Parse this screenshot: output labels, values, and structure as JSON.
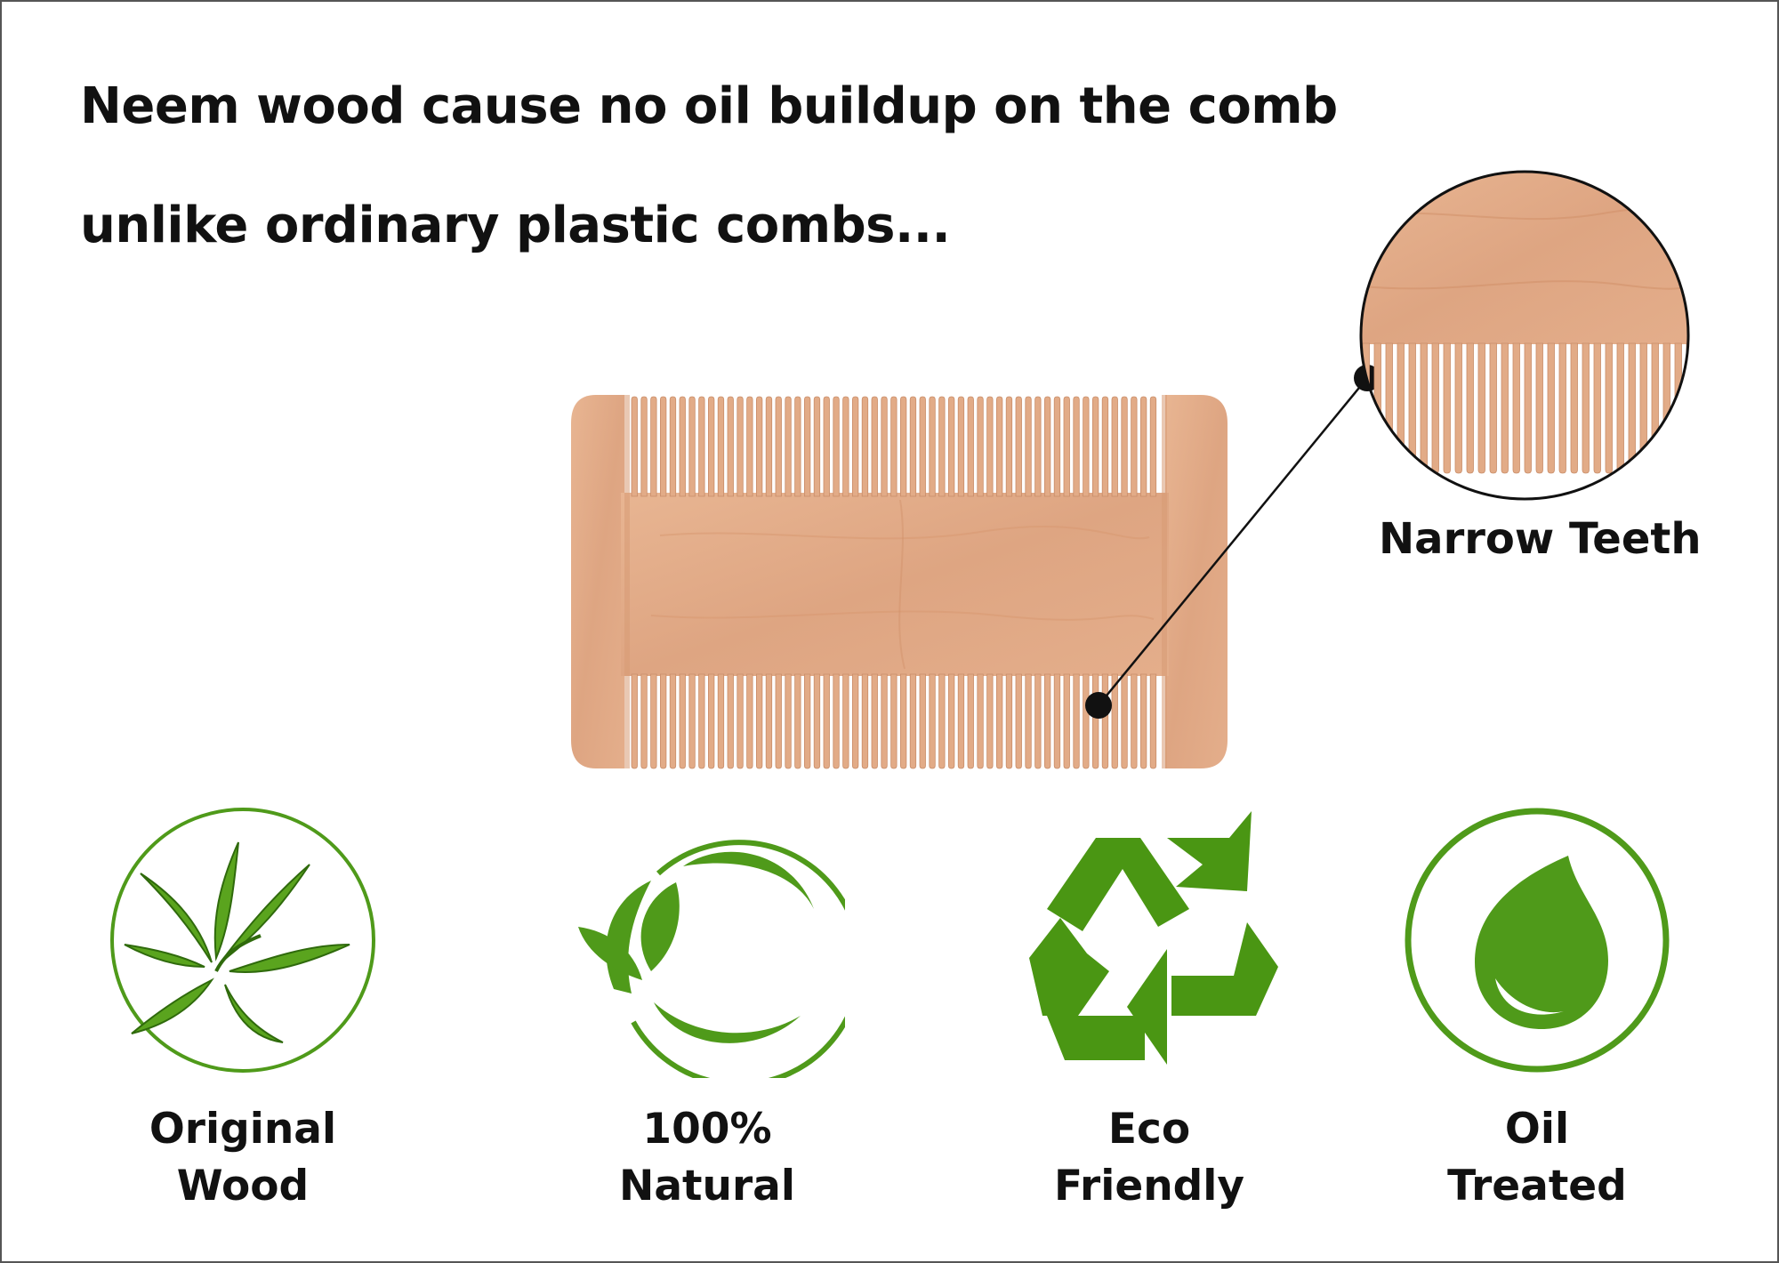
{
  "headline": {
    "line1": "Neem wood cause no oil buildup on the comb",
    "line2": "unlike ordinary plastic combs..."
  },
  "zoom_callout": {
    "label": "Narrow Teeth"
  },
  "features": [
    {
      "id": "original-wood",
      "icon": "neem-leaf-icon",
      "line1": "Original",
      "line2": "Wood"
    },
    {
      "id": "natural",
      "icon": "leaf-circle-icon",
      "line1": "100%",
      "line2": "Natural"
    },
    {
      "id": "eco-friendly",
      "icon": "recycle-icon",
      "line1": "Eco",
      "line2": "Friendly"
    },
    {
      "id": "oil-treated",
      "icon": "oil-drop-icon",
      "line1": "Oil",
      "line2": "Treated"
    }
  ],
  "colors": {
    "green": "#4f9a1a",
    "wood": "#e2ab87",
    "wood_dark": "#cf9370",
    "text": "#111111"
  }
}
